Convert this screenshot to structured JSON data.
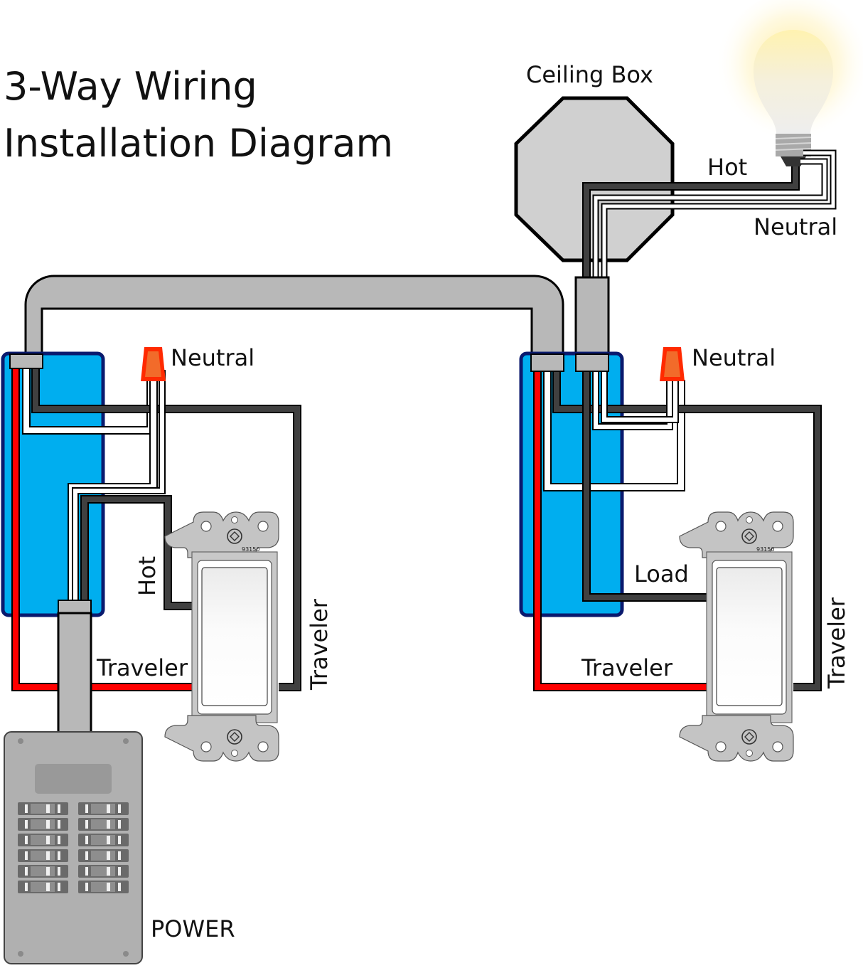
{
  "title": {
    "line1": "3-Way Wiring",
    "line2": "Installation Diagram"
  },
  "labels": {
    "ceiling_box": "Ceiling Box",
    "bulb_hot": "Hot",
    "bulb_neutral": "Neutral",
    "left_neutral": "Neutral",
    "right_neutral": "Neutral",
    "left_hot": "Hot",
    "right_load": "Load",
    "left_traveler_horizontal": "Traveler",
    "left_traveler_vertical": "Traveler",
    "right_traveler_horizontal": "Traveler",
    "right_traveler_vertical": "Traveler",
    "power": "POWER",
    "switch_model_left": "93150",
    "switch_model_right": "93150"
  },
  "colors": {
    "hot_wire": "#404040",
    "traveler_wire": "#ff0000",
    "neutral_wire": "#ffffff",
    "switch_box": "#00aeef",
    "switch_box_border": "#0a1a6e",
    "conduit": "#b8b8b8",
    "wire_nut": "#ff2a00",
    "wire_nut_inner": "#f26b2a",
    "ceiling_box": "#d0d0d0",
    "panel": "#b0b0b0"
  },
  "breaker_panel": {
    "rows": 6,
    "columns": 2
  }
}
